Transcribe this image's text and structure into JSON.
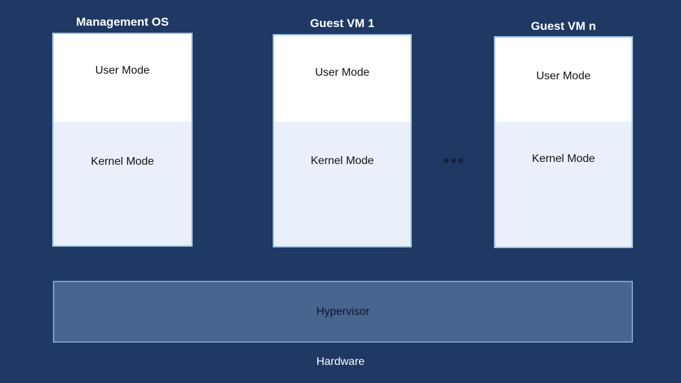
{
  "diagram": {
    "background_color": "#1F3864",
    "columns": [
      {
        "title": "Management OS",
        "user_mode_label": "User Mode",
        "kernel_mode_label": "Kernel Mode"
      },
      {
        "title": "Guest VM 1",
        "user_mode_label": "User Mode",
        "kernel_mode_label": "Kernel Mode"
      },
      {
        "title": "Guest VM n",
        "user_mode_label": "User Mode",
        "kernel_mode_label": "Kernel Mode"
      }
    ],
    "ellipsis": "•••",
    "hypervisor_label": "Hypervisor",
    "hardware_label": "Hardware",
    "colors": {
      "user_mode_fill": "#FFFFFF",
      "kernel_mode_fill": "#EAF0FA",
      "box_border": "#9DC3E6",
      "hypervisor_fill": "#48648F",
      "hypervisor_border": "#7E9BC9",
      "title_text": "#FFFFFF",
      "body_text": "#111111"
    }
  }
}
